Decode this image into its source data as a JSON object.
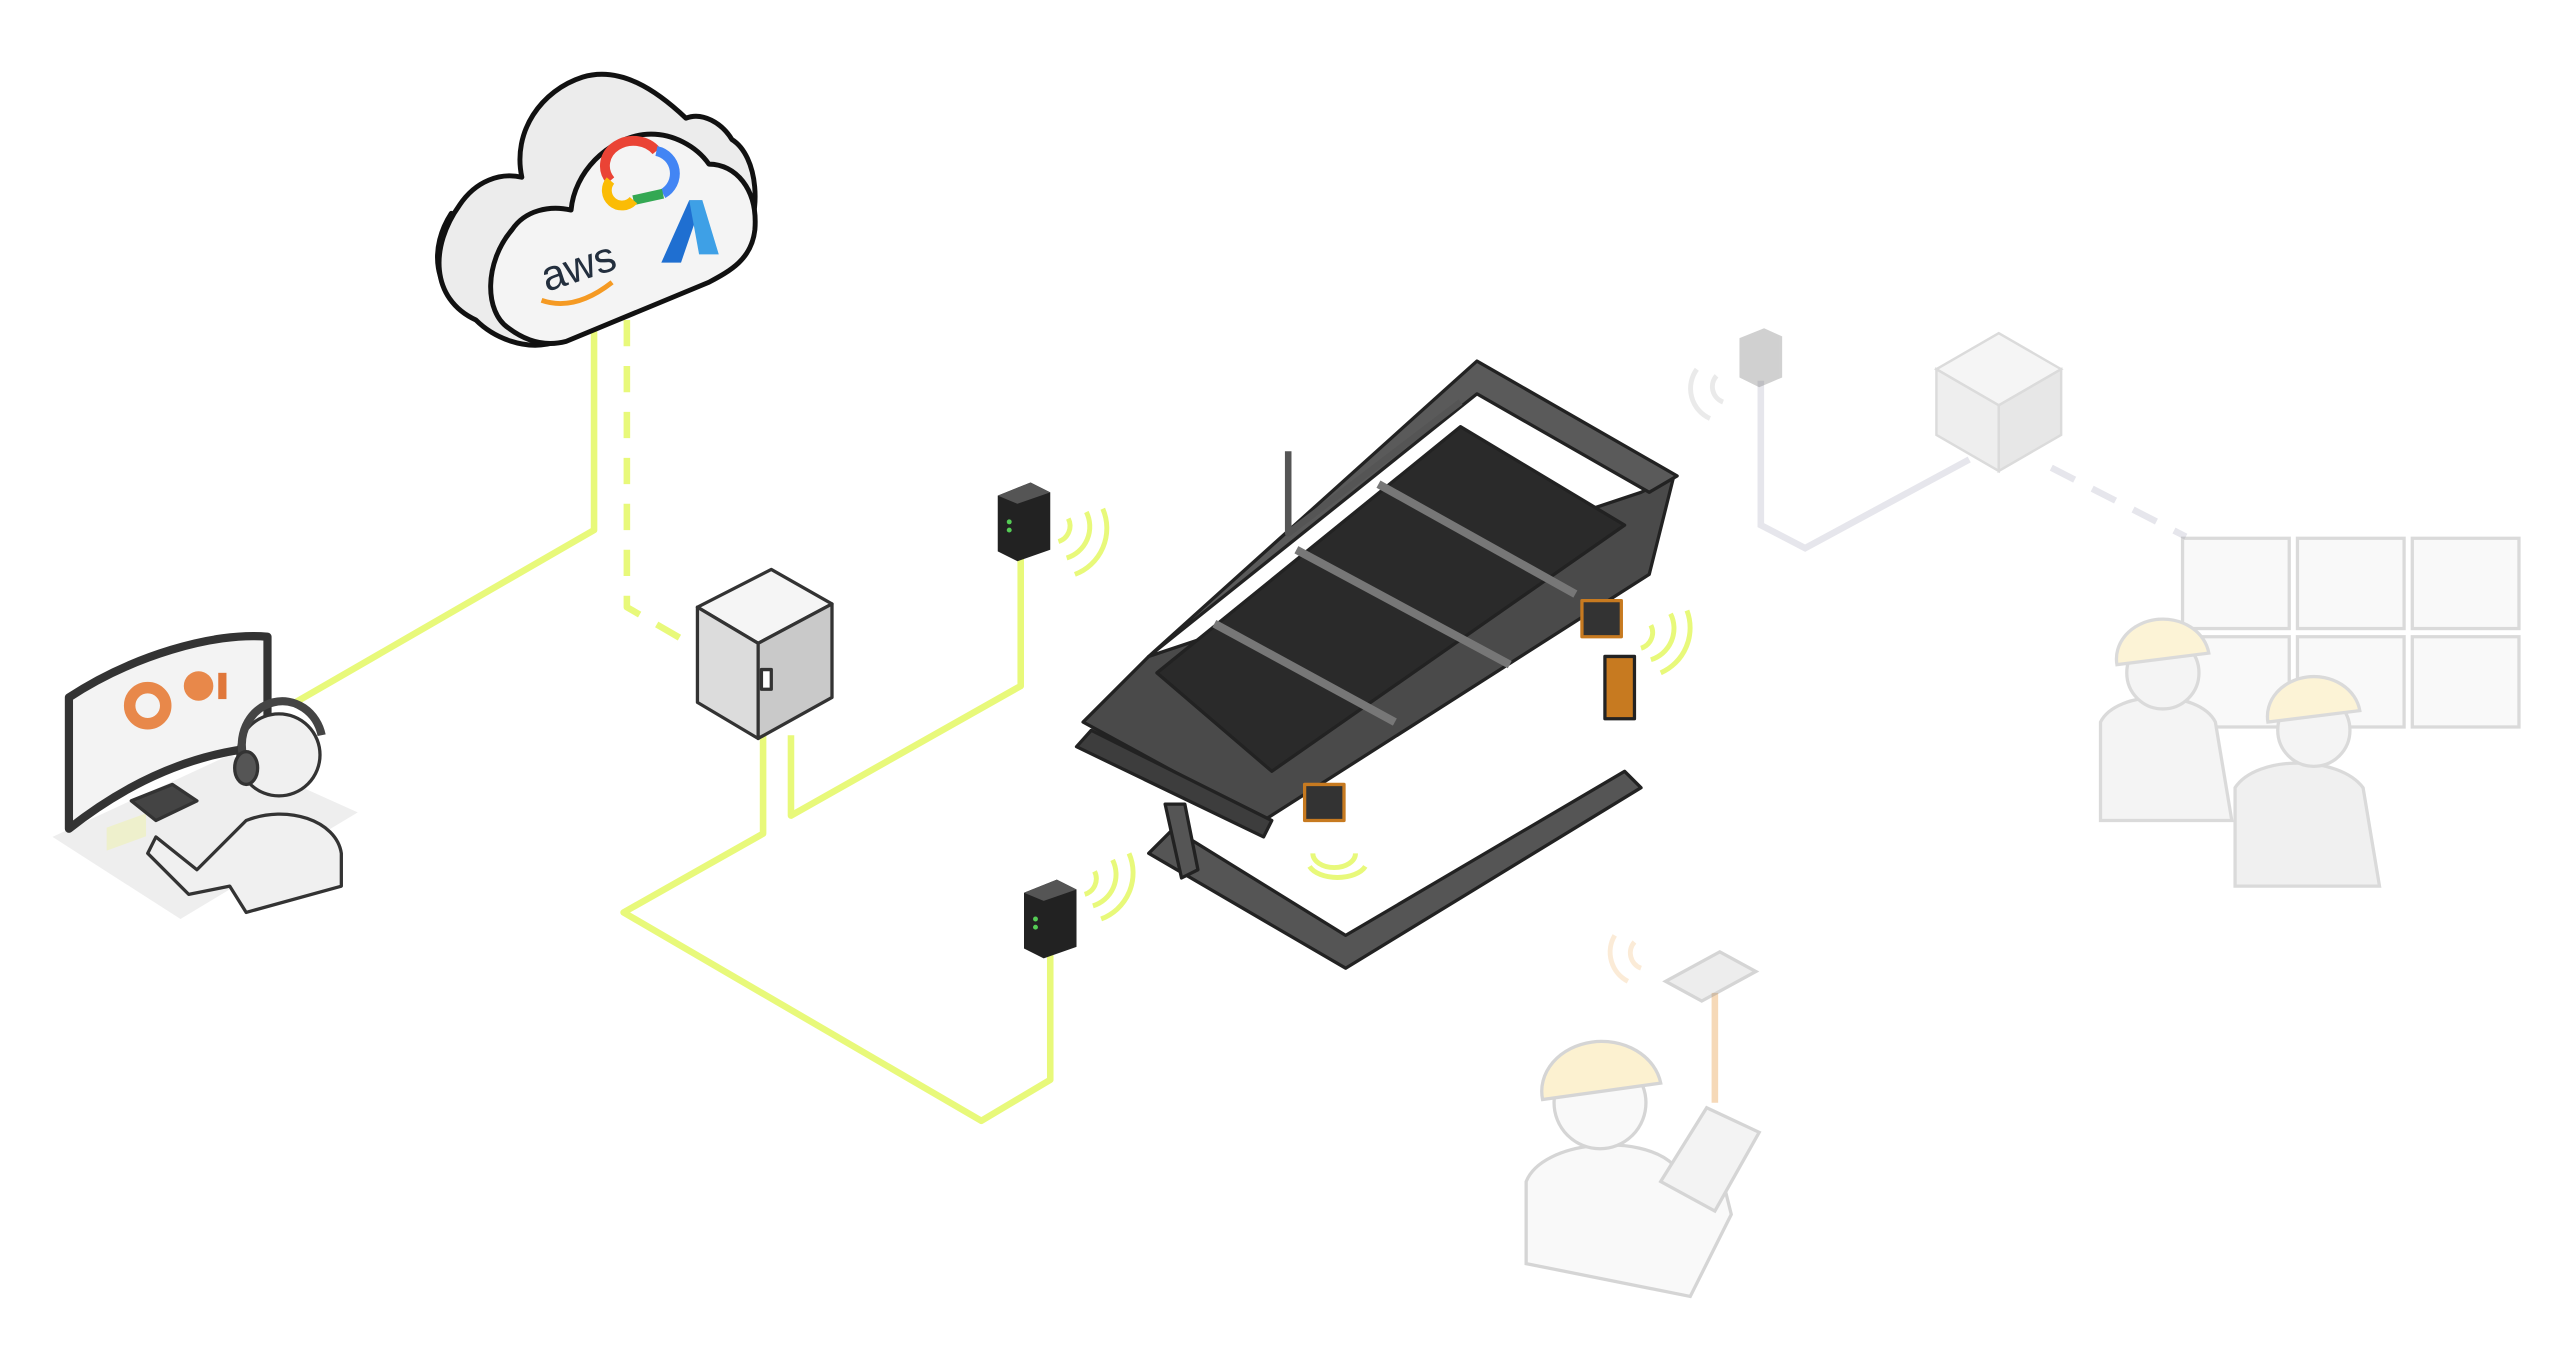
{
  "cloud": {
    "providers": [
      {
        "name": "aws",
        "label": "aws",
        "icon": "aws-logo"
      },
      {
        "name": "google-cloud",
        "icon": "google-cloud-logo"
      },
      {
        "name": "azure",
        "icon": "azure-logo"
      }
    ]
  },
  "colors": {
    "connection_line": "#e8f97a",
    "machine_body": "#4a4a4a",
    "machine_screen": "#2a2a2a",
    "faded_line": "#e6e6ec",
    "faded_orange": "#f6d9b8",
    "hardhat_faded": "#fbeec8",
    "wifi": "#e8f97a",
    "aws_orange": "#f59a23",
    "azure_blue": "#1f6fd1"
  },
  "nodes": [
    "cloud",
    "remote-analyst-workstation",
    "gateway-enclosure",
    "vibration-sensor-1",
    "vibration-sensor-2",
    "vibrating-screen-machine",
    "faded-sensor",
    "faded-edge-server",
    "faded-control-room",
    "faded-field-technician"
  ]
}
